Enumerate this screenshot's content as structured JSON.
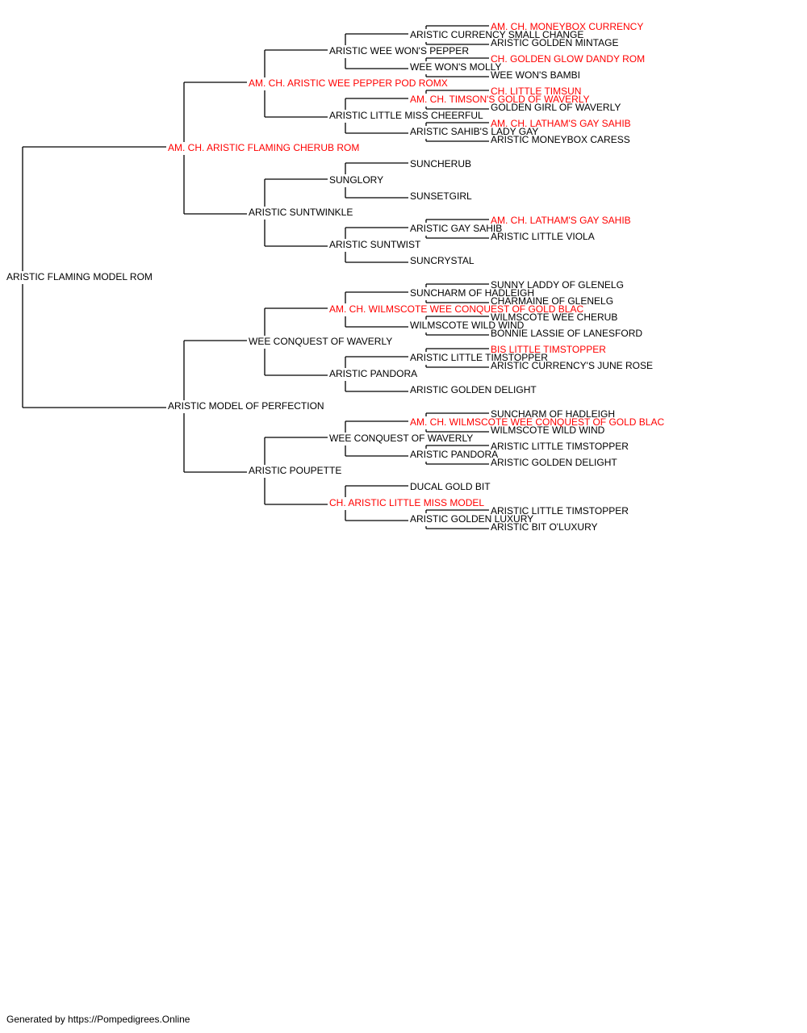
{
  "colors": {
    "champion": "#ff0000",
    "normal": "#000000",
    "line": "#000000"
  },
  "pedigree": {
    "name": "ARISTIC FLAMING MODEL ROM",
    "champion": false,
    "sire": {
      "name": "AM. CH. ARISTIC FLAMING CHERUB ROM",
      "champion": true,
      "sire": {
        "name": "AM. CH. ARISTIC WEE PEPPER POD ROMX",
        "champion": true,
        "sire": {
          "name": "ARISTIC WEE WON'S PEPPER",
          "champion": false,
          "sire": {
            "name": "ARISTIC CURRENCY SMALL CHANGE",
            "champion": false,
            "sire": {
              "name": "AM. CH. MONEYBOX CURRENCY",
              "champion": true
            },
            "dam": {
              "name": "ARISTIC GOLDEN MINTAGE",
              "champion": false
            }
          },
          "dam": {
            "name": "WEE WON'S MOLLY",
            "champion": false,
            "sire": {
              "name": "CH. GOLDEN GLOW DANDY ROM",
              "champion": true
            },
            "dam": {
              "name": "WEE WON'S BAMBI",
              "champion": false
            }
          }
        },
        "dam": {
          "name": "ARISTIC LITTLE MISS CHEERFUL",
          "champion": false,
          "sire": {
            "name": "AM. CH. TIMSON'S GOLD OF WAVERLY",
            "champion": true,
            "sire": {
              "name": "CH. LITTLE TIMSUN",
              "champion": true
            },
            "dam": {
              "name": "GOLDEN GIRL OF WAVERLY",
              "champion": false
            }
          },
          "dam": {
            "name": "ARISTIC SAHIB'S LADY GAY",
            "champion": false,
            "sire": {
              "name": "AM. CH. LATHAM'S GAY SAHIB",
              "champion": true
            },
            "dam": {
              "name": "ARISTIC MONEYBOX CARESS",
              "champion": false
            }
          }
        }
      },
      "dam": {
        "name": "ARISTIC SUNTWINKLE",
        "champion": false,
        "sire": {
          "name": "SUNGLORY",
          "champion": false,
          "sire": {
            "name": "SUNCHERUB",
            "champion": false
          },
          "dam": {
            "name": "SUNSETGIRL",
            "champion": false
          }
        },
        "dam": {
          "name": "ARISTIC SUNTWIST",
          "champion": false,
          "sire": {
            "name": "ARISTIC GAY SAHIB",
            "champion": false,
            "sire": {
              "name": "AM. CH. LATHAM'S GAY SAHIB",
              "champion": true
            },
            "dam": {
              "name": "ARISTIC LITTLE VIOLA",
              "champion": false
            }
          },
          "dam": {
            "name": "SUNCRYSTAL",
            "champion": false
          }
        }
      }
    },
    "dam": {
      "name": "ARISTIC MODEL OF PERFECTION",
      "champion": false,
      "sire": {
        "name": "WEE CONQUEST OF WAVERLY",
        "champion": false,
        "sire": {
          "name": "AM. CH. WILMSCOTE WEE CONQUEST OF GOLD BLAC",
          "champion": true,
          "sire": {
            "name": "SUNCHARM OF HADLEIGH",
            "champion": false,
            "sire": {
              "name": "SUNNY LADDY OF GLENELG",
              "champion": false
            },
            "dam": {
              "name": "CHARMAINE OF GLENELG",
              "champion": false
            }
          },
          "dam": {
            "name": "WILMSCOTE WILD WIND",
            "champion": false,
            "sire": {
              "name": "WILMSCOTE WEE CHERUB",
              "champion": false
            },
            "dam": {
              "name": "BONNIE LASSIE OF LANESFORD",
              "champion": false
            }
          }
        },
        "dam": {
          "name": "ARISTIC PANDORA",
          "champion": false,
          "sire": {
            "name": "ARISTIC LITTLE TIMSTOPPER",
            "champion": false,
            "sire": {
              "name": "BIS LITTLE TIMSTOPPER",
              "champion": true
            },
            "dam": {
              "name": "ARISTIC CURRENCY'S JUNE ROSE",
              "champion": false
            }
          },
          "dam": {
            "name": "ARISTIC GOLDEN DELIGHT",
            "champion": false
          }
        }
      },
      "dam": {
        "name": "ARISTIC POUPETTE",
        "champion": false,
        "sire": {
          "name": "WEE CONQUEST OF WAVERLY",
          "champion": false,
          "sire": {
            "name": "AM. CH. WILMSCOTE WEE CONQUEST OF GOLD BLAC",
            "champion": true,
            "sire": {
              "name": "SUNCHARM OF HADLEIGH",
              "champion": false
            },
            "dam": {
              "name": "WILMSCOTE WILD WIND",
              "champion": false
            }
          },
          "dam": {
            "name": "ARISTIC PANDORA",
            "champion": false,
            "sire": {
              "name": "ARISTIC LITTLE TIMSTOPPER",
              "champion": false
            },
            "dam": {
              "name": "ARISTIC GOLDEN DELIGHT",
              "champion": false
            }
          }
        },
        "dam": {
          "name": "CH. ARISTIC LITTLE MISS MODEL",
          "champion": true,
          "sire": {
            "name": "DUCAL GOLD BIT",
            "champion": false
          },
          "dam": {
            "name": "ARISTIC GOLDEN LUXURY",
            "champion": false,
            "sire": {
              "name": "ARISTIC LITTLE TIMSTOPPER",
              "champion": false
            },
            "dam": {
              "name": "ARISTIC BIT O'LUXURY",
              "champion": false
            }
          }
        }
      }
    }
  },
  "footer": "Generated by https://Pompedigrees.Online"
}
